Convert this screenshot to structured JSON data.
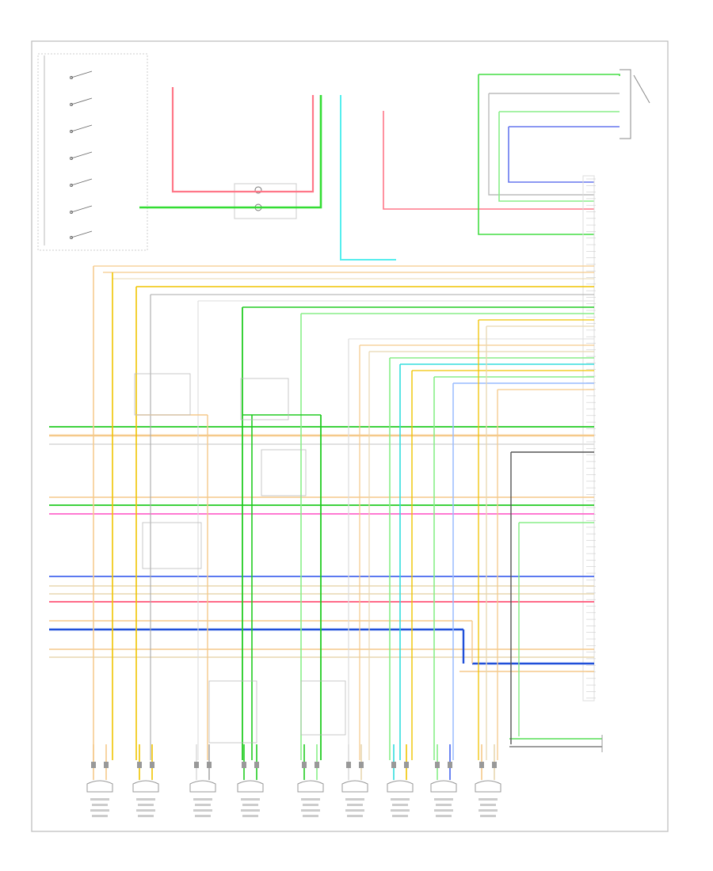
{
  "page_label": "",
  "module_labels": [
    "",
    "",
    ""
  ],
  "colors": {
    "orange": "#f5c98a",
    "tan": "#e8d7b0",
    "yellow": "#f0c400",
    "green": "#22cc22",
    "lightgreen": "#88ee88",
    "blue": "#4466ee",
    "darkblue": "#1f4fd9",
    "lightblue": "#99bbff",
    "cyan": "#33dddd",
    "pink": "#ff5577",
    "magenta": "#ff66cc",
    "red": "#ff4444",
    "gray": "#aaaaaa",
    "dark": "#555555",
    "white": "#dddddd",
    "lavender": "#cc88ff"
  },
  "speakers": [
    {
      "wire_colors": [
        "orange",
        "orange"
      ]
    },
    {
      "wire_colors": [
        "yellow",
        "yellow"
      ]
    },
    {
      "wire_colors": [
        "white",
        "gray"
      ]
    },
    {
      "wire_colors": [
        "green",
        "green"
      ]
    },
    {
      "wire_colors": [
        "green",
        "lightgreen"
      ]
    },
    {
      "wire_colors": [
        "white",
        "tan"
      ]
    },
    {
      "wire_colors": [
        "cyan",
        "yellow"
      ]
    },
    {
      "wire_colors": [
        "lightgreen",
        "blue"
      ]
    },
    {
      "wire_colors": [
        "orange",
        "tan"
      ]
    }
  ]
}
